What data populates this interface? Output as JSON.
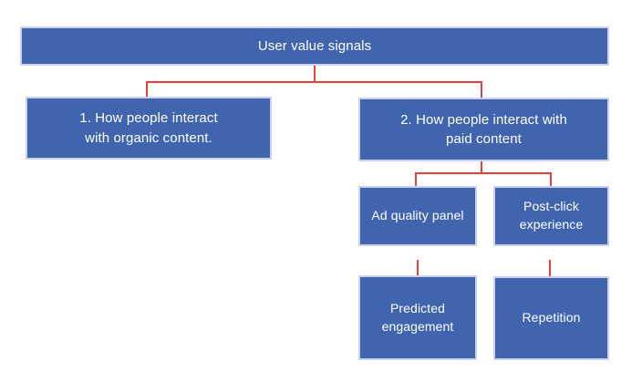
{
  "diagram": {
    "type": "hierarchy-flowchart",
    "colors": {
      "node_fill": "#4065ae",
      "node_border": "#c9d2ea",
      "connector_red": "#ee3e38",
      "node_text": "#ffffff",
      "background": "#ffffff"
    },
    "nodes": {
      "root": {
        "label": "User value signals",
        "level": 0
      },
      "organic": {
        "label": "1. How people interact\nwith organic content.",
        "level": 1,
        "parent": "root"
      },
      "paid": {
        "label": "2. How people interact with\npaid content",
        "level": 1,
        "parent": "root"
      },
      "ad_quality": {
        "label": "Ad quality panel",
        "level": 2,
        "parent": "paid"
      },
      "post_click": {
        "label": "Post-click\nexperience",
        "level": 2,
        "parent": "paid"
      },
      "predicted": {
        "label": "Predicted\nengagement",
        "level": 3,
        "parent": "ad_quality"
      },
      "repetition": {
        "label": "Repetition",
        "level": 3,
        "parent": "post_click"
      }
    }
  }
}
